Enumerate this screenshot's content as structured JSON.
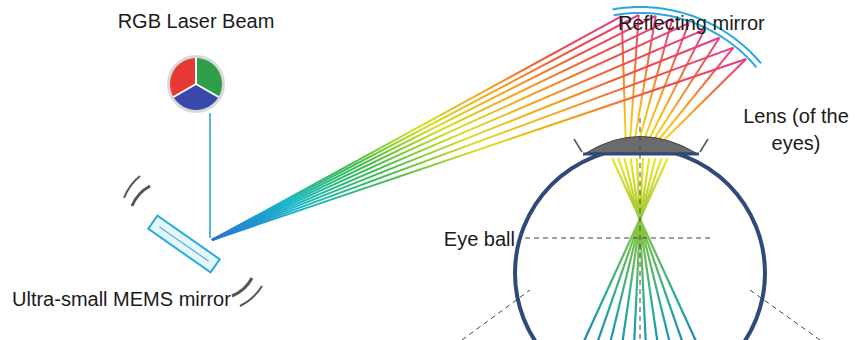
{
  "diagram": {
    "labels": [
      "RGB Laser Beam",
      "Reflecting mirror",
      "Lens (of the eyes)",
      "Eye ball",
      "Ultra-small MEMS mirror"
    ]
  }
}
